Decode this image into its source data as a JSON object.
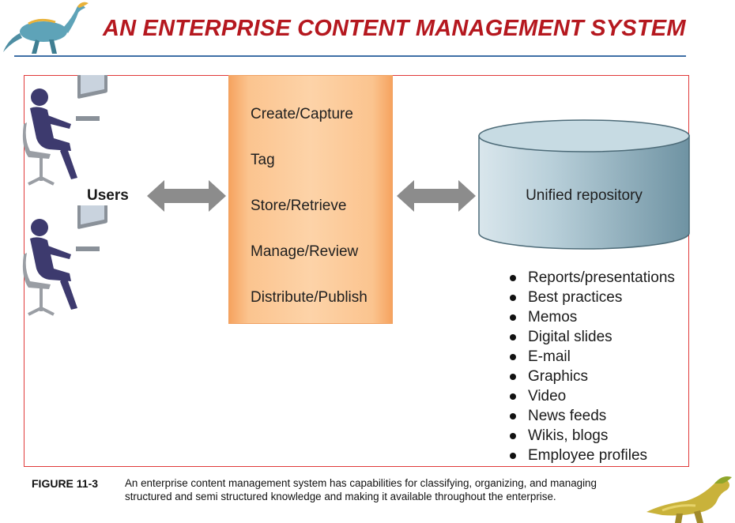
{
  "header": {
    "title": "AN ENTERPRISE CONTENT MANAGEMENT SYSTEM"
  },
  "colors": {
    "title": "#b5181f",
    "rule": "#3f6fa6",
    "frame_border": "#e03a3a",
    "box_fill": "#fdd3a8",
    "box_edge": "#f6a35f",
    "repository": "#a9c4d0",
    "arrow": "#8c8c8c",
    "person": "#3d3a6e"
  },
  "icons": [
    "dinosaur-logo-icon",
    "user-at-computer-icon",
    "double-arrow-icon",
    "database-cylinder-icon"
  ],
  "diagram": {
    "users_label": "Users",
    "functions": [
      "Create/Capture",
      "Tag",
      "Store/Retrieve",
      "Manage/Review",
      "Distribute/Publish"
    ],
    "repository_label": "Unified repository",
    "content_types": [
      "Reports/presentations",
      "Best practices",
      "Memos",
      "Digital slides",
      "E-mail",
      "Graphics",
      "Video",
      "News feeds",
      "Wikis, blogs",
      "Employee profiles"
    ]
  },
  "caption": {
    "label": "FIGURE 11-3",
    "text": "An enterprise content management system has capabilities for classifying, organizing, and managing structured and semi structured knowledge and making it available throughout the enterprise."
  }
}
